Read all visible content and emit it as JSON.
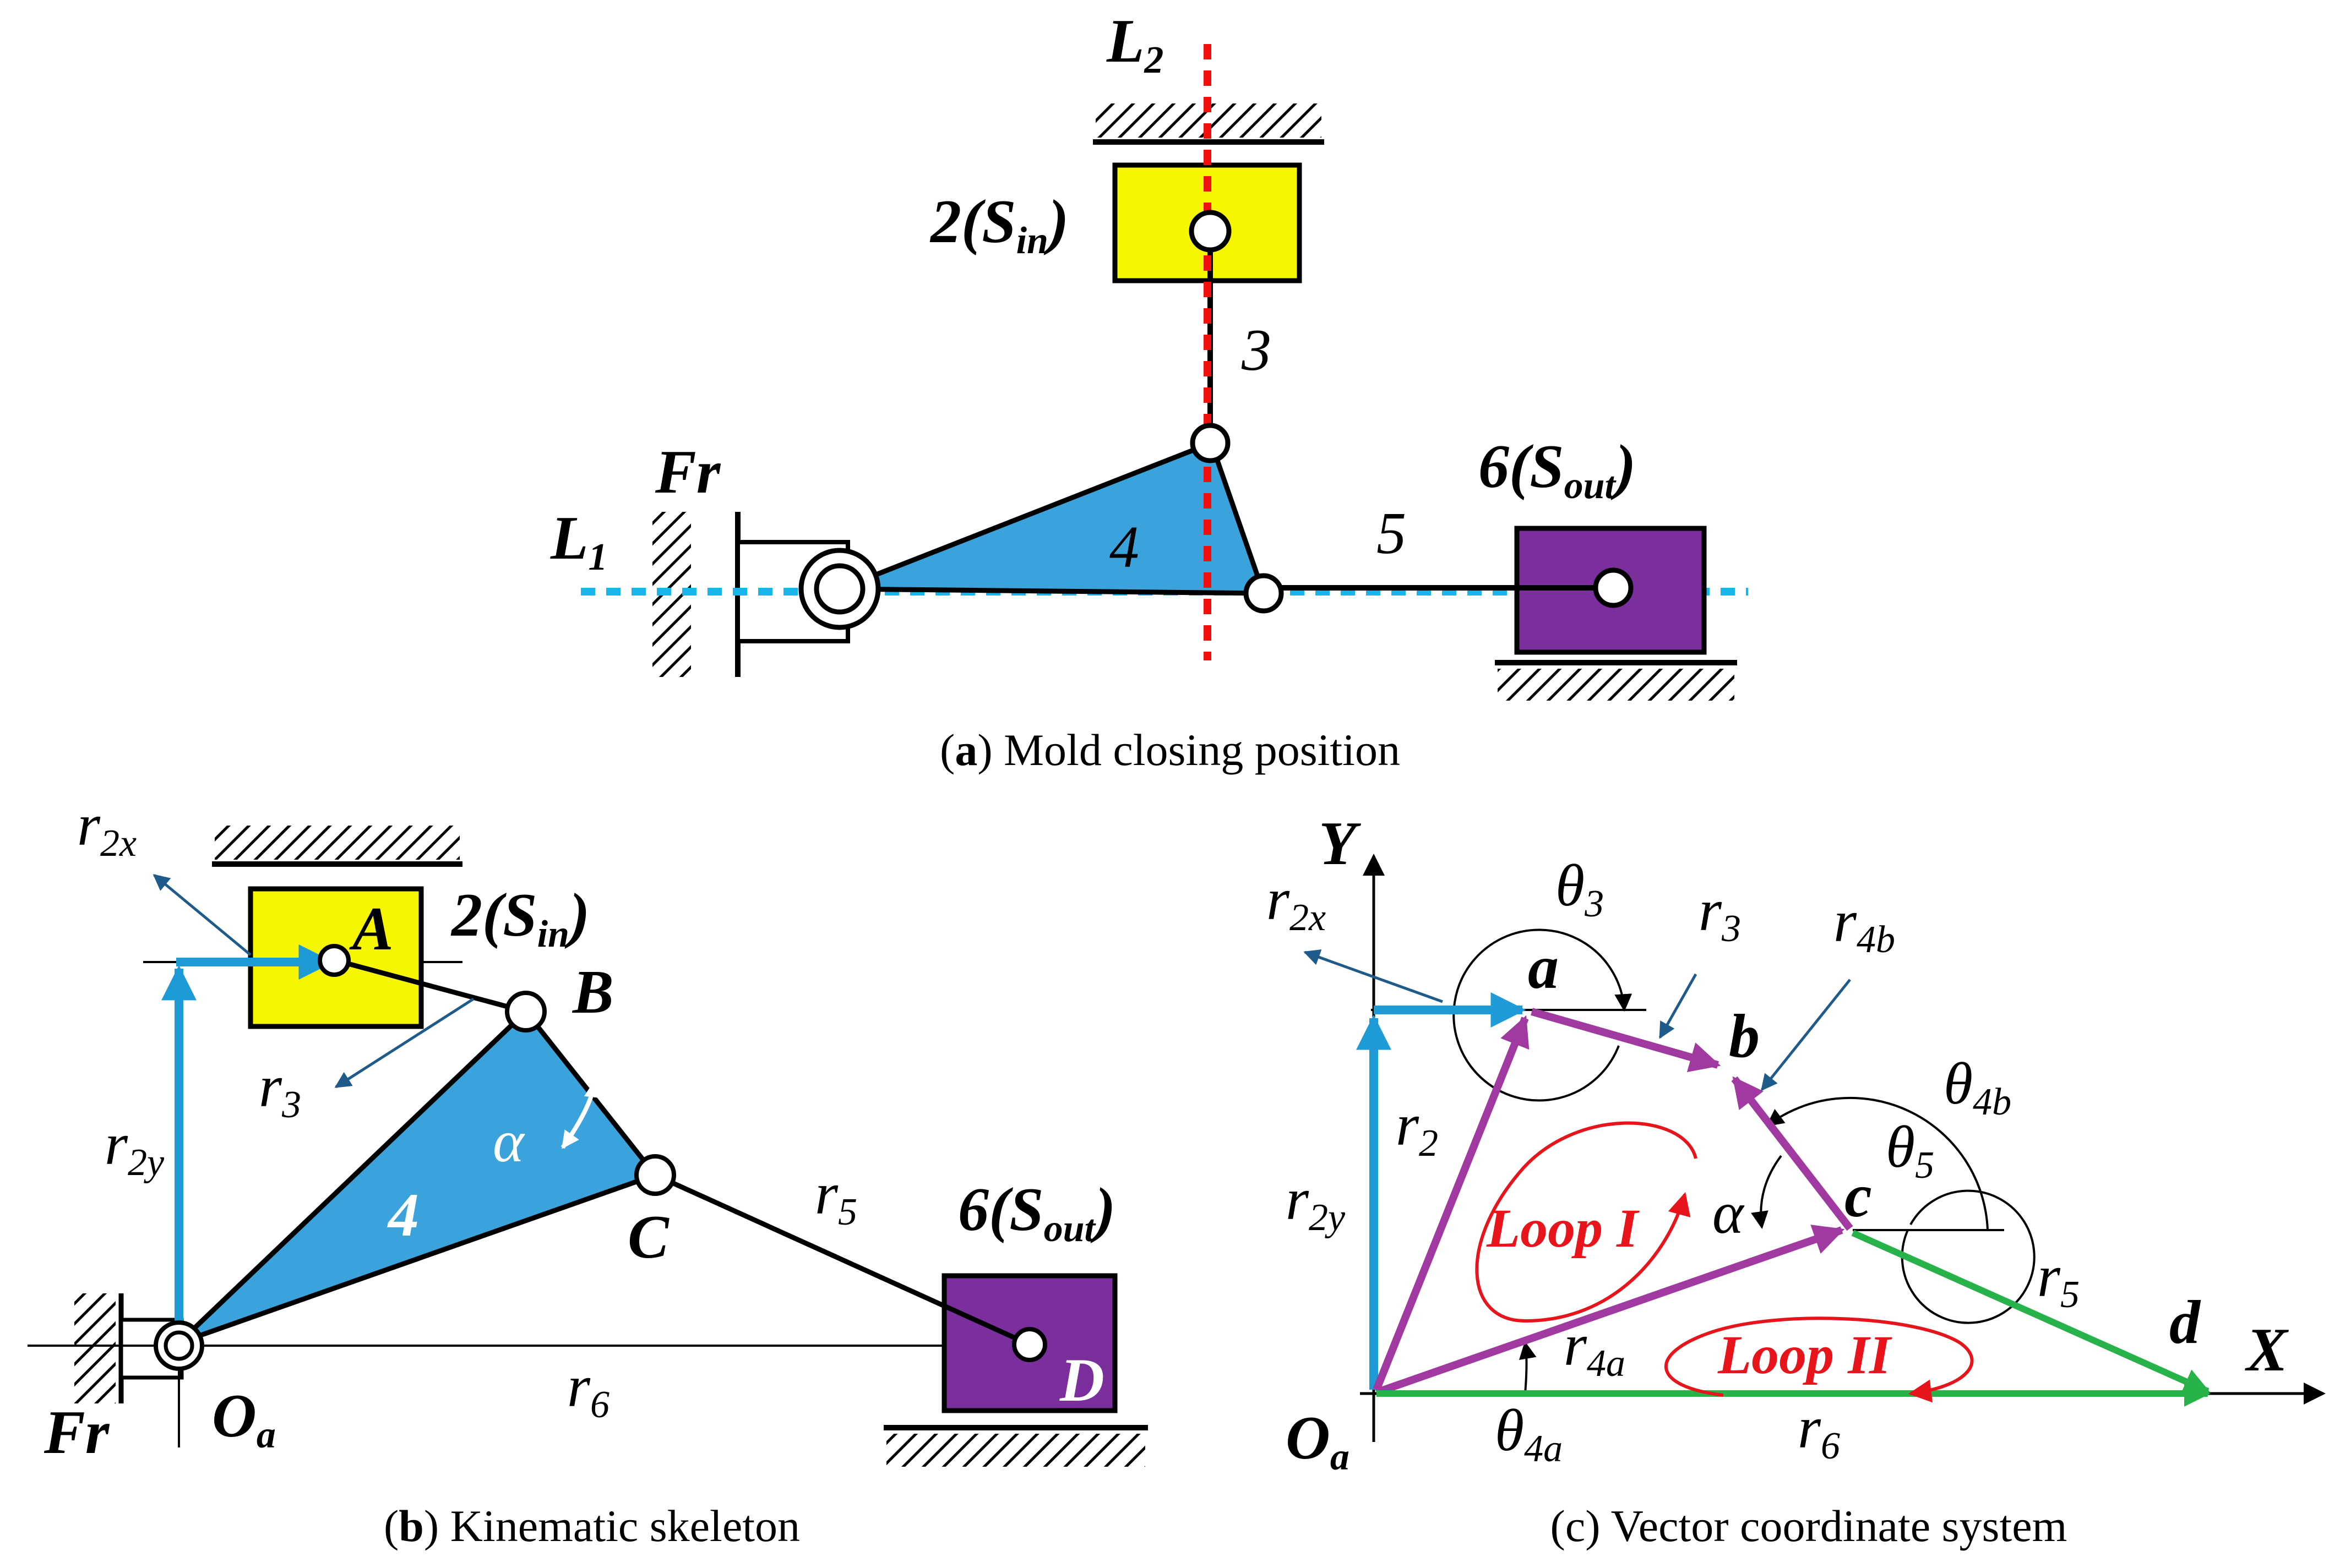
{
  "colors": {
    "link4": "#3aa3dc",
    "slider2": "#f6f600",
    "slider6": "#7a2f9c",
    "line_L1": "#19b4ea",
    "line_L2": "#f01010",
    "vector_blue": "#1e9ad6",
    "vector_purple": "#a03aa0",
    "vector_green": "#27b24a",
    "loop_red": "#e8141c",
    "leader": "#1f5b8a"
  },
  "panel_a": {
    "caption": {
      "open": "(",
      "letter": "a",
      "close": ") Mold closing position"
    },
    "labels": {
      "L2": {
        "main": "L",
        "sub": "2"
      },
      "L1": {
        "main": "L",
        "sub": "1"
      },
      "slider2": {
        "pre": "2(S",
        "sub": "in",
        "post": ")"
      },
      "slider6": {
        "pre": "6(S",
        "sub": "out",
        "post": ")"
      },
      "frame": "Fr",
      "link3": "3",
      "link4": "4",
      "link5": "5"
    }
  },
  "panel_b": {
    "caption": {
      "open": "(",
      "letter": "b",
      "close": ") Kinematic skeleton"
    },
    "labels": {
      "r2x": {
        "main": "r",
        "sub": "2x"
      },
      "r2y": {
        "main": "r",
        "sub": "2y"
      },
      "r3": {
        "main": "r",
        "sub": "3"
      },
      "r5": {
        "main": "r",
        "sub": "5"
      },
      "r6": {
        "main": "r",
        "sub": "6"
      },
      "A": "A",
      "B": "B",
      "C": "C",
      "D": "D",
      "Oa": {
        "main": "O",
        "sub": "a"
      },
      "slider2": {
        "pre": "2(S",
        "sub": "in",
        "post": ")"
      },
      "slider6": {
        "pre": "6(S",
        "sub": "out",
        "post": ")"
      },
      "alpha": "α",
      "link4": "4",
      "frame": "Fr"
    }
  },
  "panel_c": {
    "caption": "(c) Vector coordinate system",
    "labels": {
      "Y": "Y",
      "X": "X",
      "theta3": {
        "main": "θ",
        "sub": "3"
      },
      "theta4b": {
        "main": "θ",
        "sub": "4b"
      },
      "theta5": {
        "main": "θ",
        "sub": "5"
      },
      "theta4a": {
        "main": "θ",
        "sub": "4a"
      },
      "r2x": {
        "main": "r",
        "sub": "2x"
      },
      "r2y": {
        "main": "r",
        "sub": "2y"
      },
      "r2": {
        "main": "r",
        "sub": "2"
      },
      "r3": {
        "main": "r",
        "sub": "3"
      },
      "r4b": {
        "main": "r",
        "sub": "4b"
      },
      "r4a": {
        "main": "r",
        "sub": "4a"
      },
      "r5": {
        "main": "r",
        "sub": "5"
      },
      "r6": {
        "main": "r",
        "sub": "6"
      },
      "a": "a",
      "b": "b",
      "c": "c",
      "d": "d",
      "Oa": {
        "main": "O",
        "sub": "a"
      },
      "alpha": "α",
      "loop1": "Loop I",
      "loop2": "Loop II"
    }
  }
}
